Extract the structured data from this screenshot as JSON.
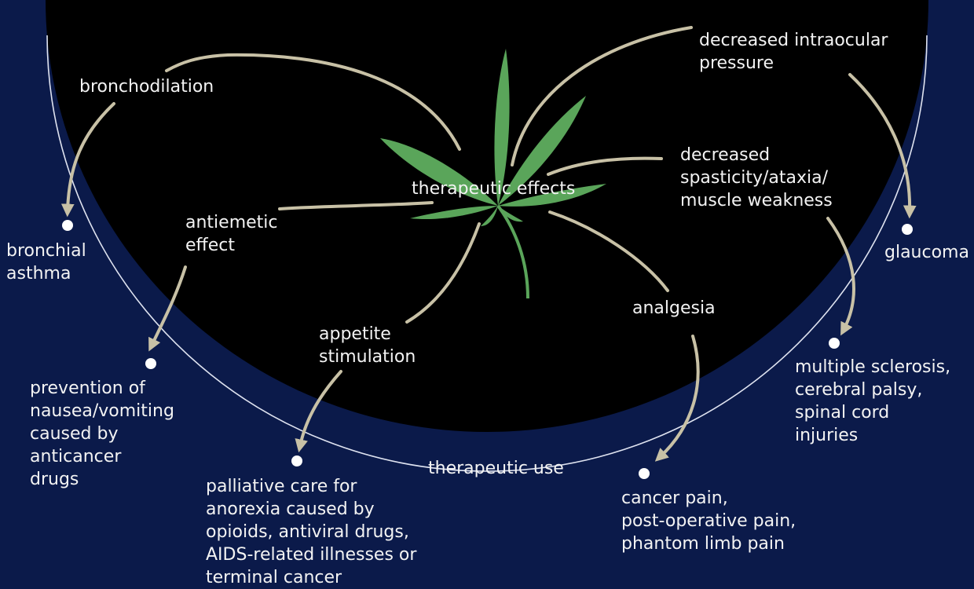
{
  "center": {
    "label": "therapeutic effects"
  },
  "ring": {
    "label": "therapeutic use"
  },
  "colors": {
    "background": "#0b1a4a",
    "inner_area": "#000000",
    "ring_line": "#dfe3f0",
    "arrows": "#c8c1a6",
    "leaf": "#5aa55a",
    "text": "#f3f3f3"
  },
  "effects": [
    {
      "lines": [
        "bronchodilation"
      ]
    },
    {
      "lines": [
        "antiemetic",
        "effect"
      ]
    },
    {
      "lines": [
        "appetite",
        "stimulation"
      ]
    },
    {
      "lines": [
        "analgesia"
      ]
    },
    {
      "lines": [
        "decreased",
        "spasticity/ataxia/",
        "muscle weakness"
      ]
    },
    {
      "lines": [
        "decreased intraocular",
        "pressure"
      ]
    }
  ],
  "uses": [
    {
      "lines": [
        "bronchial",
        "asthma"
      ]
    },
    {
      "lines": [
        "prevention of",
        "nausea/vomiting",
        "caused by",
        "anticancer",
        "drugs"
      ]
    },
    {
      "lines": [
        "palliative care for",
        "anorexia caused by",
        "opioids, antiviral drugs,",
        "AIDS-related illnesses or",
        "terminal cancer"
      ]
    },
    {
      "lines": [
        "cancer pain,",
        "post-operative pain,",
        "phantom limb pain"
      ]
    },
    {
      "lines": [
        "multiple sclerosis,",
        "cerebral palsy,",
        "spinal cord",
        "injuries"
      ]
    },
    {
      "lines": [
        "glaucoma"
      ]
    }
  ]
}
